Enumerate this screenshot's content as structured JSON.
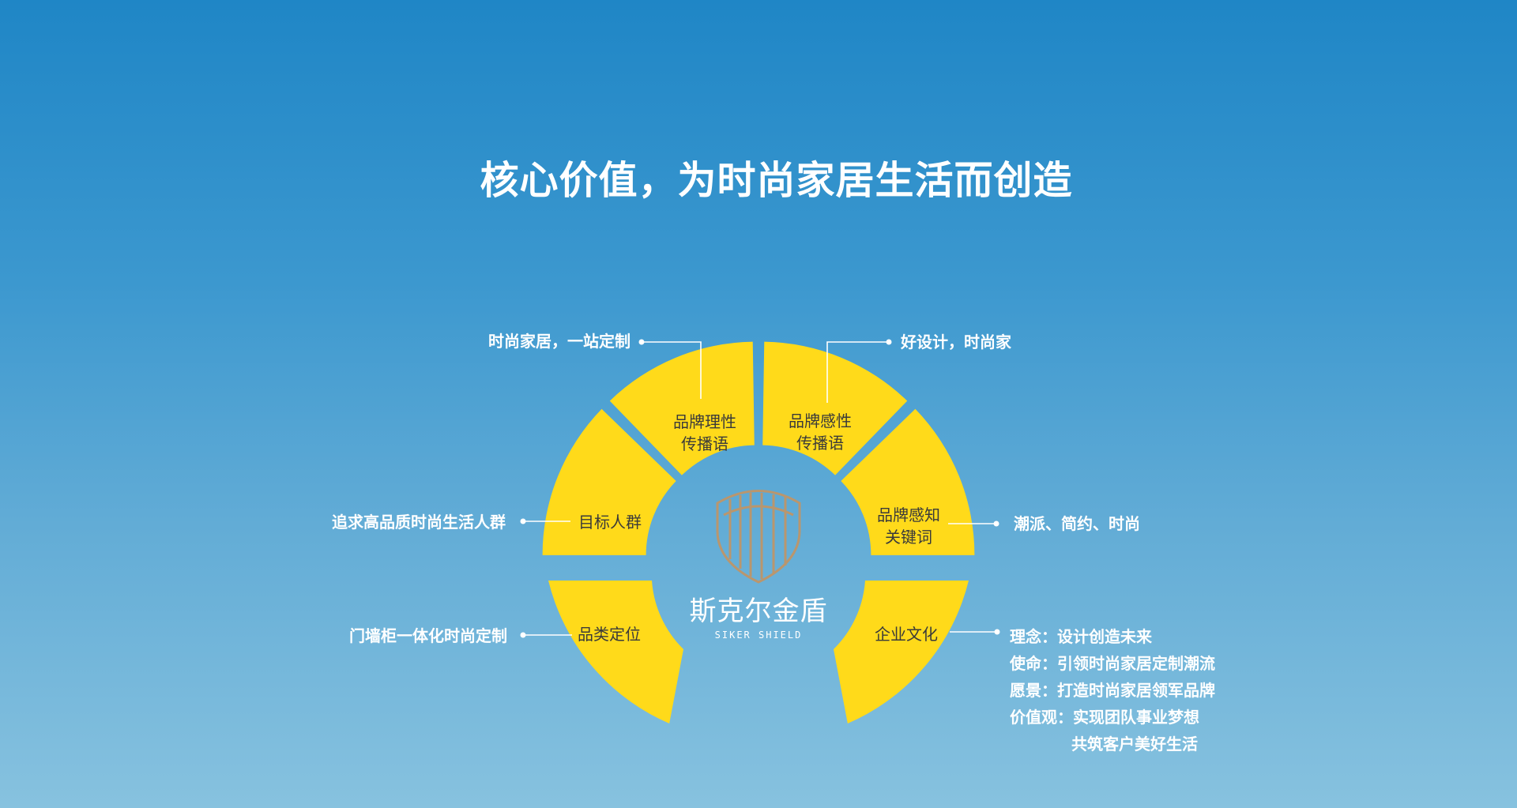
{
  "title": "核心价值，为时尚家居生活而创造",
  "colors": {
    "background_top": "#1f86c6",
    "background_bottom": "#87c2df",
    "segment_fill": "#ffda1a",
    "segment_text": "#3a3a3a",
    "logo_gold": "#b9966e",
    "connector": "#ffffff"
  },
  "logo": {
    "name_cn": "斯克尔金盾",
    "name_en": "SIKER SHIELD"
  },
  "segments": [
    {
      "id": "brand-rational-slogan",
      "lines": [
        "品牌理性",
        "传播语"
      ],
      "note": "时尚家居，一站定制"
    },
    {
      "id": "brand-emotional-slogan",
      "lines": [
        "品牌感性",
        "传播语"
      ],
      "note": "好设计，时尚家"
    },
    {
      "id": "target-audience",
      "lines": [
        "目标人群"
      ],
      "note": "追求高品质时尚生活人群"
    },
    {
      "id": "brand-keywords",
      "lines": [
        "品牌感知",
        "关键词"
      ],
      "note": "潮派、简约、时尚"
    },
    {
      "id": "category-positioning",
      "lines": [
        "品类定位"
      ],
      "note": "门墙柜一体化时尚定制"
    },
    {
      "id": "corporate-culture",
      "lines": [
        "企业文化"
      ],
      "note": ""
    }
  ],
  "culture": [
    "理念：设计创造未来",
    "使命：引领时尚家居定制潮流",
    "愿景：打造时尚家居领军品牌",
    "价值观：实现团队事业梦想",
    "共筑客户美好生活"
  ]
}
